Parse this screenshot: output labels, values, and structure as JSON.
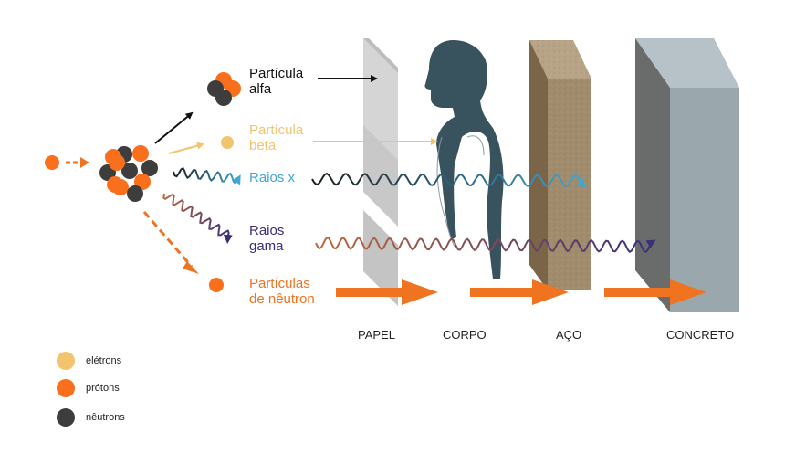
{
  "labels": {
    "alpha": [
      "Partícula",
      "alfa"
    ],
    "beta": [
      "Partícula",
      "beta"
    ],
    "xray": [
      "Raios x"
    ],
    "gamma": [
      "Raios",
      "gama"
    ],
    "neutron": [
      "Partículas",
      "de nêutron"
    ]
  },
  "shields": {
    "paper": "PAPEL",
    "body": "CORPO",
    "steel": "AÇO",
    "concrete": "CONCRETO"
  },
  "legend": {
    "electrons": "elétrons",
    "protons": "prótons",
    "neutrons": "nêutrons"
  },
  "colors": {
    "alpha": "#111111",
    "beta": "#f2c46d",
    "xray": "#3fa7d6",
    "gamma": "#3b2f7a",
    "neutron": "#f07320",
    "electron": "#f2c46d",
    "proton": "#f96f1c",
    "neutronParticle": "#3d3d3d",
    "paper": "#c4c4c4",
    "body": "#38525e",
    "steel": "#a08a6c",
    "concrete": "#9aa7ad"
  }
}
